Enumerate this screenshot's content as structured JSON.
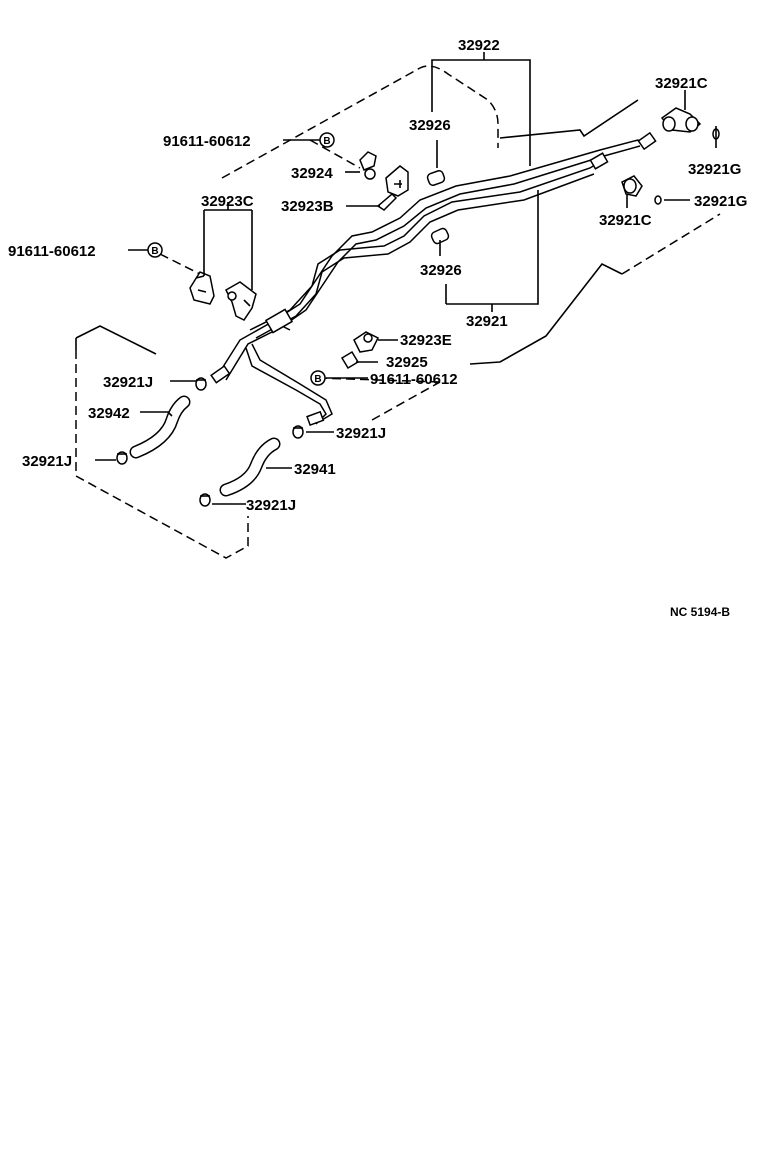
{
  "diagram": {
    "labels": {
      "p32922": "32922",
      "p32921C_top": "32921C",
      "p91611_top": "91611-60612",
      "p32926_top": "32926",
      "p32921G_top": "32921G",
      "p32924": "32924",
      "p32923B": "32923B",
      "p32923C": "32923C",
      "p32921G_right": "32921G",
      "p32921C_mid": "32921C",
      "p91611_left": "91611-60612",
      "p32926_mid": "32926",
      "p32921": "32921",
      "p32923E": "32923E",
      "p32925": "32925",
      "p91611_mid": "91611-60612",
      "p32921J_1": "32921J",
      "p32942": "32942",
      "p32921J_2": "32921J",
      "p32921J_3": "32921J",
      "p32941": "32941",
      "p32921J_4": "32921J"
    },
    "bolt_marker": "B",
    "drawing_code": "NC 5194-B"
  }
}
